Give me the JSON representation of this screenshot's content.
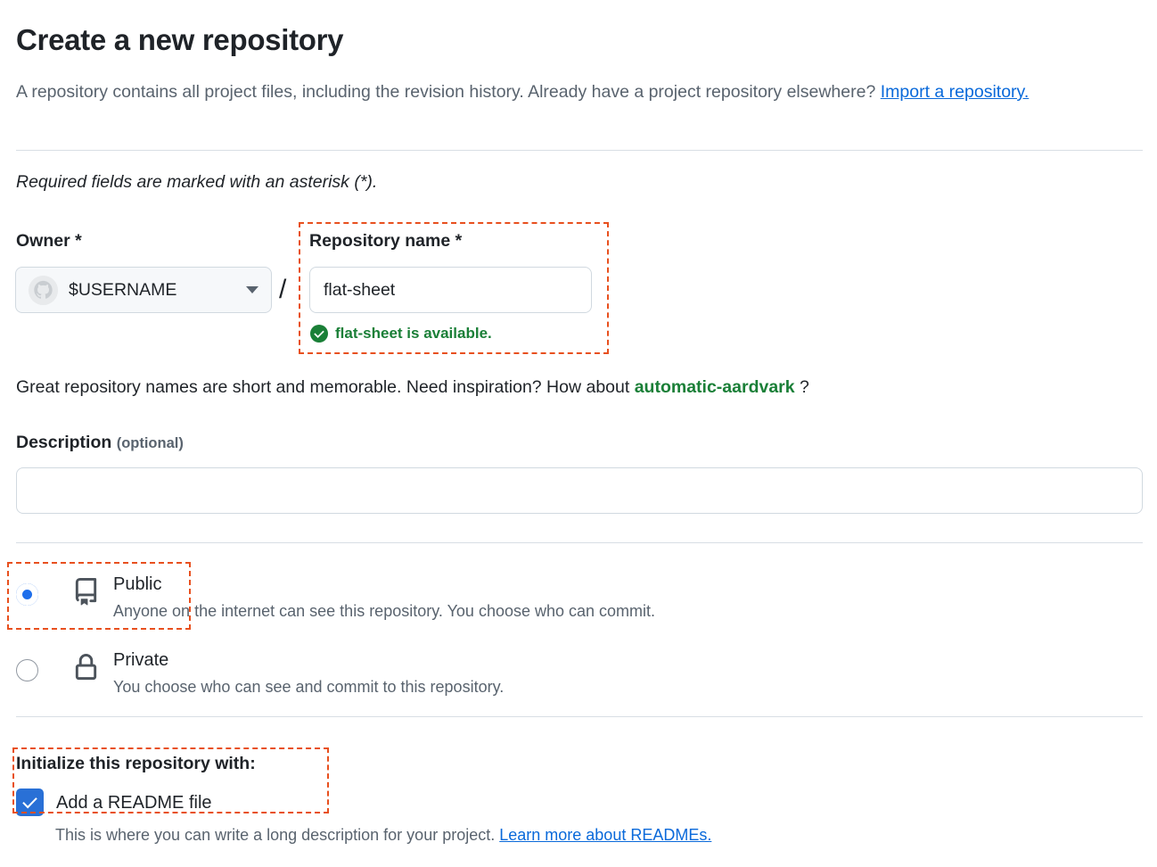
{
  "header": {
    "title": "Create a new repository",
    "intro_before_link": "A repository contains all project files, including the revision history. Already have a project repository elsewhere? ",
    "import_link": "Import a repository.",
    "required_note": "Required fields are marked with an asterisk (*)."
  },
  "owner": {
    "label": "Owner *",
    "avatar_icon": "github-octocat-avatar-icon",
    "value": "$USERNAME",
    "caret_icon": "chevron-down-icon",
    "separator": "/"
  },
  "repository": {
    "label": "Repository name *",
    "value": "flat-sheet",
    "placeholder": "",
    "availability_icon": "check-circle-icon",
    "availability_text": "flat-sheet is available."
  },
  "suggestion": {
    "prefix": "Great repository names are short and memorable. Need inspiration? How about ",
    "name": "automatic-aardvark",
    "suffix": " ?"
  },
  "description": {
    "label": "Description",
    "optional_label": "(optional)",
    "value": "",
    "placeholder": ""
  },
  "visibility": {
    "options": [
      {
        "id": "public",
        "icon": "repo-book-icon",
        "title": "Public",
        "description": "Anyone on the internet can see this repository. You choose who can commit.",
        "selected": true
      },
      {
        "id": "private",
        "icon": "lock-icon",
        "title": "Private",
        "description": "You choose who can see and commit to this repository.",
        "selected": false
      }
    ]
  },
  "initialize": {
    "title": "Initialize this repository with:",
    "readme": {
      "checkbox_icon": "checkmark-icon",
      "label": "Add a README file",
      "checked": true,
      "description_before_link": "This is where you can write a long description for your project. ",
      "link": "Learn more about READMEs."
    }
  },
  "annotations": {
    "color": "#e8501e",
    "boxes": [
      "repository-name-field",
      "public-visibility-option",
      "initialize-readme-option"
    ]
  },
  "colors": {
    "text_primary": "#1f2328",
    "text_muted": "#59636e",
    "link": "#0969da",
    "success": "#1a7f37",
    "accent_blue": "#1f6feb",
    "border": "#d1d9e0",
    "divider": "#d8dee4",
    "annotation": "#e8501e"
  }
}
